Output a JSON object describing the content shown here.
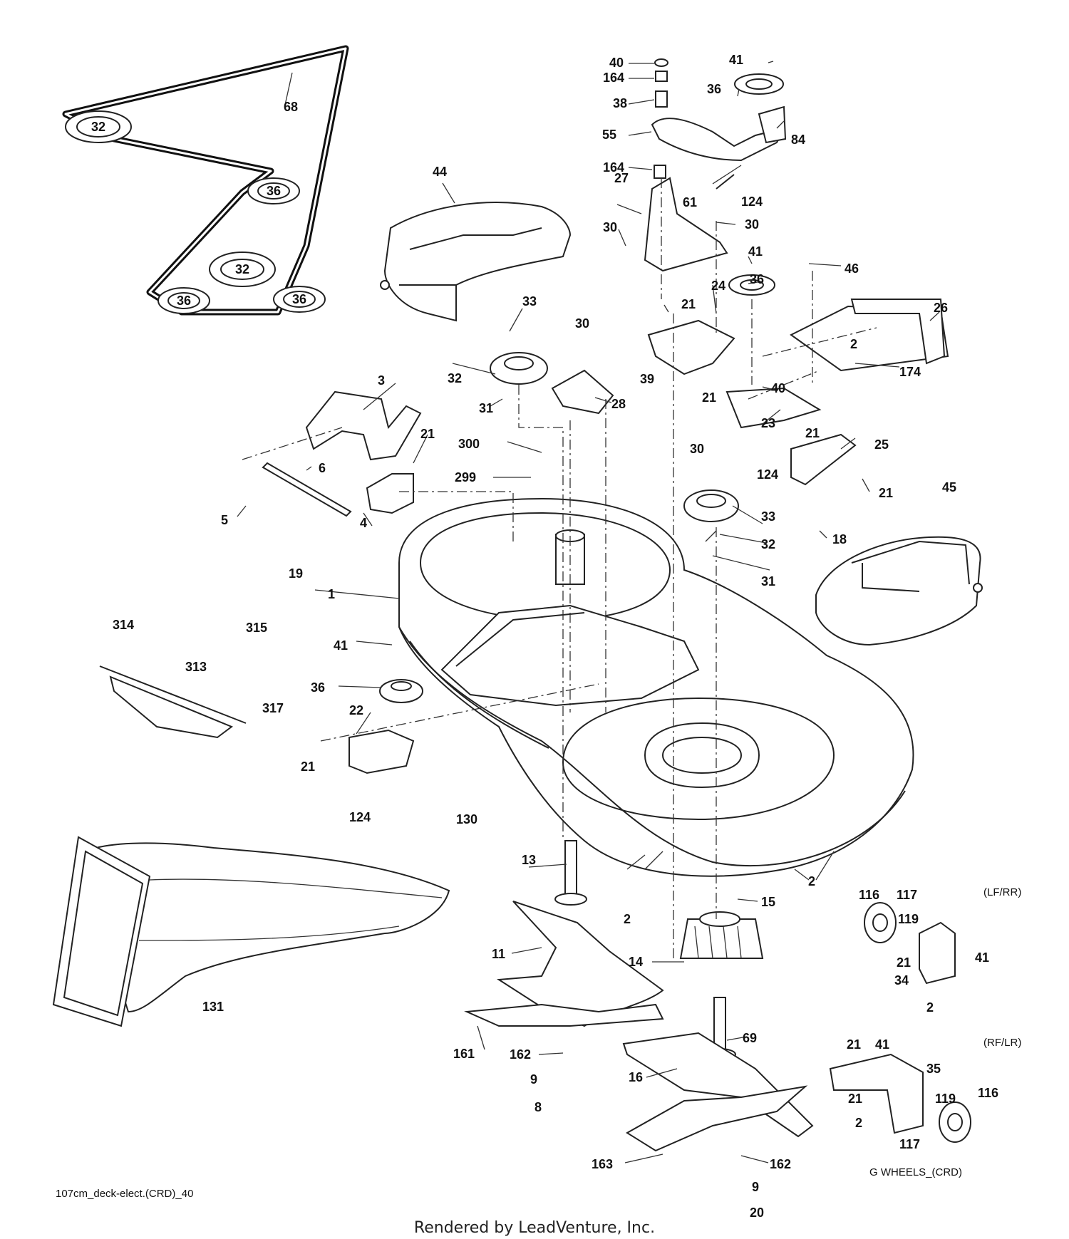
{
  "drawing_id": "107cm_deck-elect.(CRD)_40",
  "footer": "Rendered by LeadVenture, Inc.",
  "variant_labels": {
    "wheels_lf_rr": "(LF/RR)",
    "wheels_rf_lr": "(RF/LR)",
    "wheels_group": "G WHEELS_(CRD)"
  },
  "belt_diagram": {
    "belt": "68",
    "pulleys": [
      "32",
      "36",
      "32",
      "36",
      "36"
    ]
  },
  "callouts": [
    "40",
    "164",
    "38",
    "55",
    "164",
    "27",
    "30",
    "41",
    "36",
    "84",
    "124",
    "61",
    "30",
    "41",
    "36",
    "46",
    "21",
    "24",
    "26",
    "2",
    "174",
    "39",
    "21",
    "40",
    "23",
    "21",
    "25",
    "124",
    "21",
    "18",
    "30",
    "33",
    "32",
    "31",
    "45",
    "68",
    "44",
    "33",
    "32",
    "31",
    "30",
    "28",
    "3",
    "21",
    "6",
    "5",
    "4",
    "19",
    "300",
    "299",
    "1",
    "314",
    "315",
    "313",
    "317",
    "41",
    "36",
    "22",
    "21",
    "124",
    "130",
    "131",
    "13",
    "2",
    "15",
    "14",
    "11",
    "161",
    "162",
    "9",
    "8",
    "69",
    "16",
    "163",
    "162",
    "9",
    "20",
    "2",
    "116",
    "117",
    "119",
    "21",
    "41",
    "34",
    "2",
    "21",
    "41",
    "35",
    "21",
    "119",
    "116",
    "2",
    "117"
  ]
}
